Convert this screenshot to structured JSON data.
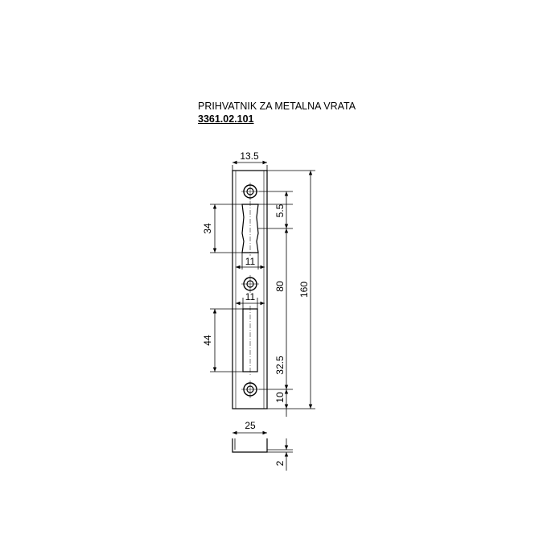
{
  "header": {
    "title": "PRIHVATNIK ZA METALNA VRATA",
    "code": "3361.02.101"
  },
  "dimensions": {
    "top_width": "13.5",
    "upper_slot_length": "34",
    "slot_width_upper": "11",
    "slot_width_lower": "11",
    "hole_to_slot": "5.5",
    "hole_spacing": "80",
    "total_length": "160",
    "lower_slot_length": "44",
    "slot_to_hole": "32.5",
    "bottom_offset": "10",
    "section_width": "25",
    "thickness": "2"
  }
}
